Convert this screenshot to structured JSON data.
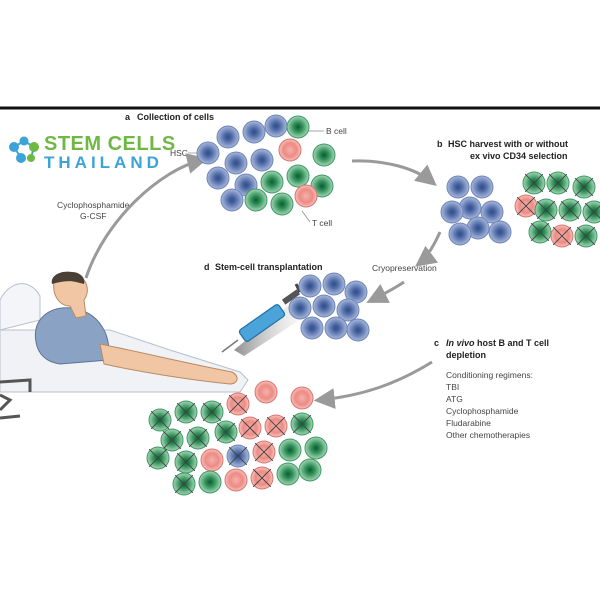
{
  "logo": {
    "line1": "STEM CELLS",
    "line2": "THAILAND"
  },
  "steps": {
    "a": {
      "letter": "a",
      "text": "Collection of cells"
    },
    "b": {
      "letter": "b",
      "line1": "HSC harvest with or without",
      "line2": "ex vivo CD34 selection"
    },
    "c": {
      "letter": "c",
      "line1_italic": "In vivo",
      "line1_rest": " host B and T cell",
      "line2": "depletion"
    },
    "d": {
      "letter": "d",
      "text": "Stem-cell transplantation"
    }
  },
  "labels": {
    "hsc": "HSC",
    "b_cell": "B cell",
    "t_cell": "T cell",
    "mobilization": [
      "Cyclophosphamide",
      "G-CSF"
    ],
    "cryopreservation": "Cryopreservation"
  },
  "conditioning": {
    "title": "Conditioning regimens:",
    "items": [
      "TBI",
      "ATG",
      "Cyclophosphamide",
      "Fludarabine",
      "Other chemotherapies"
    ]
  },
  "colors": {
    "hsc": "#7c93c4",
    "b_cell": "#e9837d",
    "t_cell": "#3ea06a",
    "arrow": "#9a9a9a",
    "rule": "#111111"
  }
}
